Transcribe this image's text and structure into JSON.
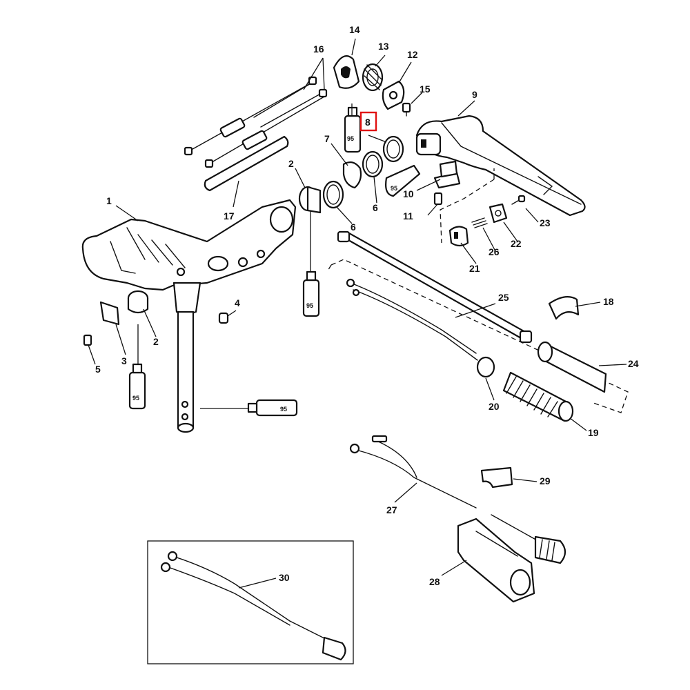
{
  "diagram": {
    "callouts": {
      "c1": "1",
      "c2a": "2",
      "c2b": "2",
      "c3": "3",
      "c4": "4",
      "c5": "5",
      "c6a": "6",
      "c6b": "6",
      "c7": "7",
      "c8": "8",
      "c9": "9",
      "c10": "10",
      "c11": "11",
      "c12": "12",
      "c13": "13",
      "c14": "14",
      "c15": "15",
      "c16": "16",
      "c17": "17",
      "c18": "18",
      "c19": "19",
      "c20": "20",
      "c21": "21",
      "c22": "22",
      "c23": "23",
      "c24": "24",
      "c25": "25",
      "c26": "26",
      "c27": "27",
      "c28": "28",
      "c29": "29",
      "c30": "30"
    },
    "lubricant_tube_label": "95",
    "highlighted_callout": "8",
    "highlight_color": "#e01010"
  }
}
